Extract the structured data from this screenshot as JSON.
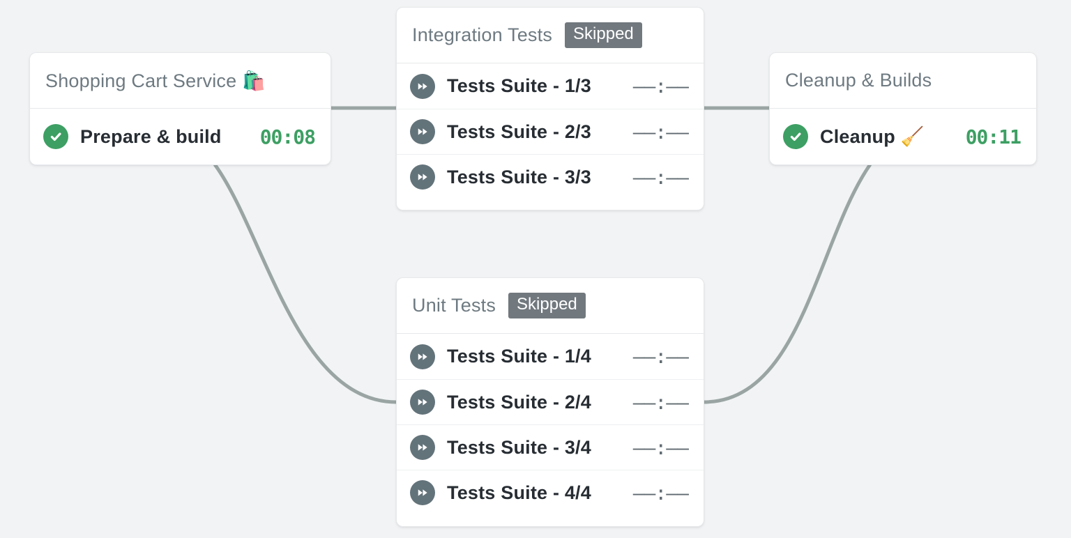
{
  "colors": {
    "canvas-bg": "#f1f3f4",
    "card-bg": "#ffffff",
    "card-border": "#e6e8ea",
    "divider": "#edeff0",
    "edge": "#9aa5a3",
    "title-text": "#6e7a81",
    "job-text": "#272d33",
    "time-success": "#3d9f63",
    "time-skipped": "#5f6a70",
    "badge-bg": "#71787e",
    "badge-text": "#ffffff",
    "icon-success-bg": "#3d9f63",
    "icon-skipped-bg": "#63737a"
  },
  "nodes": {
    "shopping_cart": {
      "title": "Shopping Cart Service 🛍️",
      "jobs": [
        {
          "status": "success",
          "icon": "check-circle-icon",
          "label": "Prepare & build",
          "time": "00:08"
        }
      ]
    },
    "integration_tests": {
      "title": "Integration Tests",
      "badge": "Skipped",
      "jobs": [
        {
          "status": "skipped",
          "icon": "fast-forward-icon",
          "label": "Tests Suite - 1/3",
          "time": "––:––"
        },
        {
          "status": "skipped",
          "icon": "fast-forward-icon",
          "label": "Tests Suite - 2/3",
          "time": "––:––"
        },
        {
          "status": "skipped",
          "icon": "fast-forward-icon",
          "label": "Tests Suite - 3/3",
          "time": "––:––"
        }
      ]
    },
    "cleanup_builds": {
      "title": "Cleanup & Builds",
      "jobs": [
        {
          "status": "success",
          "icon": "check-circle-icon",
          "label": "Cleanup 🧹",
          "time": "00:11"
        }
      ]
    },
    "unit_tests": {
      "title": "Unit Tests",
      "badge": "Skipped",
      "jobs": [
        {
          "status": "skipped",
          "icon": "fast-forward-icon",
          "label": "Tests Suite - 1/4",
          "time": "––:––"
        },
        {
          "status": "skipped",
          "icon": "fast-forward-icon",
          "label": "Tests Suite - 2/4",
          "time": "––:––"
        },
        {
          "status": "skipped",
          "icon": "fast-forward-icon",
          "label": "Tests Suite - 3/4",
          "time": "––:––"
        },
        {
          "status": "skipped",
          "icon": "fast-forward-icon",
          "label": "Tests Suite - 4/4",
          "time": "––:––"
        }
      ]
    }
  }
}
